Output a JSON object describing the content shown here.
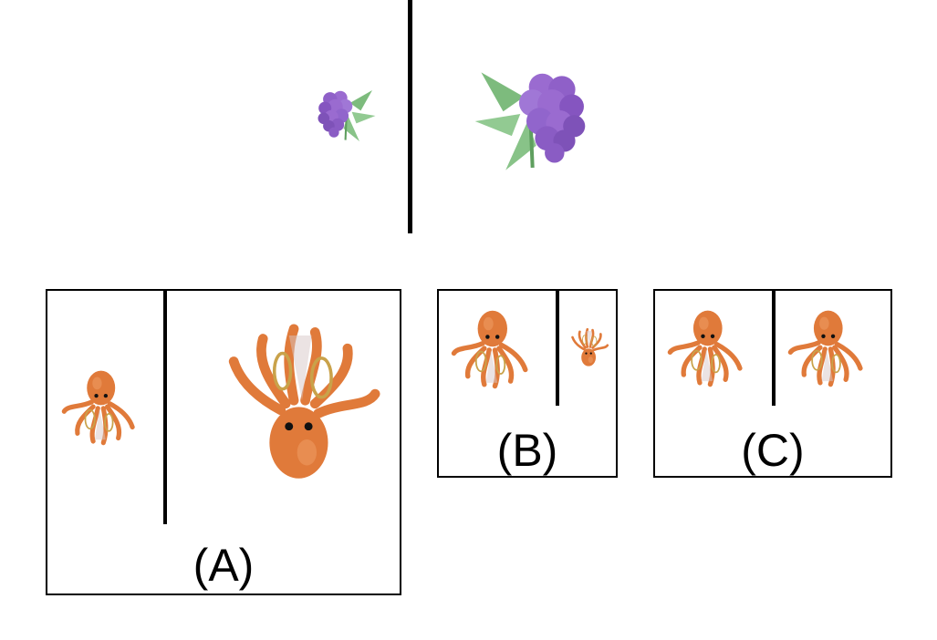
{
  "options": [
    {
      "id": "A",
      "label": "(A)"
    },
    {
      "id": "B",
      "label": "(B)"
    },
    {
      "id": "C",
      "label": "(C)"
    }
  ],
  "icons": {
    "example_left": "grape-icon",
    "example_right": "grape-icon",
    "option_items": "octopus-icon"
  },
  "colors": {
    "grape": "#9a6bd0",
    "grape_shade": "#7e52b8",
    "leaf": "#7bbd7b",
    "octopus": "#e07a3a",
    "octopus_dark": "#c9652a",
    "divider": "#000000"
  }
}
